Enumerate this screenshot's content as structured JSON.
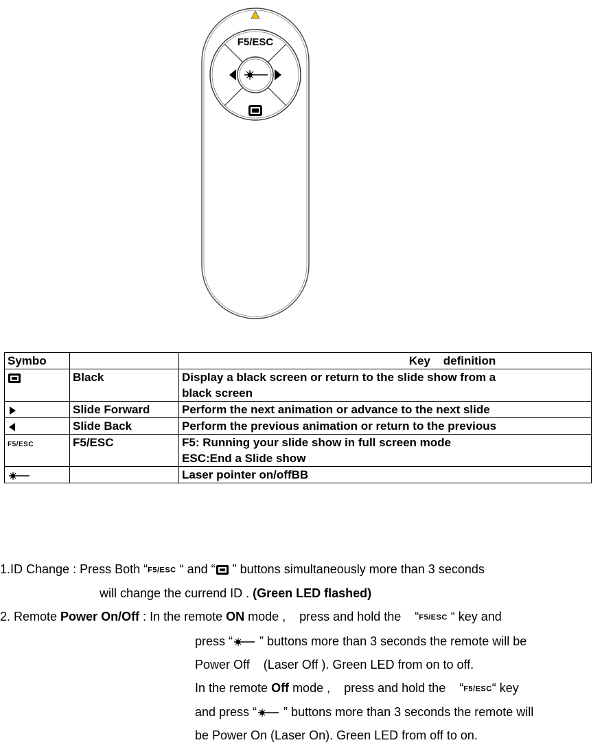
{
  "remote": {
    "f5_button_label": "F5/ESC"
  },
  "key_table": {
    "headers": {
      "symbol": "Symbo",
      "name": "",
      "definition": "Key    definition"
    },
    "rows": [
      {
        "symbol_icon": "black-screen-icon",
        "name": "Black",
        "definition_lines": [
          "Display a black screen or return to the slide show from a",
          "black screen"
        ]
      },
      {
        "symbol_icon": "arrow-right-icon",
        "name": "Slide Forward",
        "definition_lines": [
          "Perform the next animation or advance to the next slide"
        ]
      },
      {
        "symbol_icon": "arrow-left-icon",
        "name": "Slide Back",
        "definition_lines": [
          "Perform the previous animation or return to the previous"
        ]
      },
      {
        "symbol_icon": "f5-esc-icon",
        "symbol_text": "F5/ESC",
        "name": "F5/ESC",
        "definition_lines": [
          "F5: Running your slide show in full screen mode",
          "ESC:End a Slide show"
        ]
      },
      {
        "symbol_icon": "laser-pointer-icon",
        "name": "",
        "definition_lines": [
          "Laser pointer on/offBB"
        ]
      }
    ]
  },
  "instructions": {
    "item1": {
      "prefix": "1.ID Change : Press Both “",
      "f5_text": "F5/ESC",
      "mid": " “ and “",
      "suffix": " ” buttons simultaneously more than 3 seconds",
      "line2_text": "will change the currend ID . ",
      "line2_bold": "(Green LED flashed)"
    },
    "item2": {
      "prefix": "2. Remote ",
      "bold_title": "Power On/Off",
      "mid1": " : In the remote ",
      "bold_on": "ON",
      "mid2": " mode ,    press and hold the    “",
      "f5_text": "F5/ESC",
      "end1": " “ key and",
      "l2_pre": "press “",
      "l2_post": " ” buttons more than 3 seconds the remote will be",
      "l3": "Power Off    (Laser Off ). Green LED from on to off.",
      "l4_pre": "In the remote ",
      "l4_bold": "Off",
      "l4_mid": " mode ,    press and hold the    “",
      "l4_end": "“ key",
      "l5_pre": "and press “",
      "l5_post": " ” buttons more than 3 seconds the remote will",
      "l6": "be Power On (Laser On). Green LED from off to on."
    }
  }
}
